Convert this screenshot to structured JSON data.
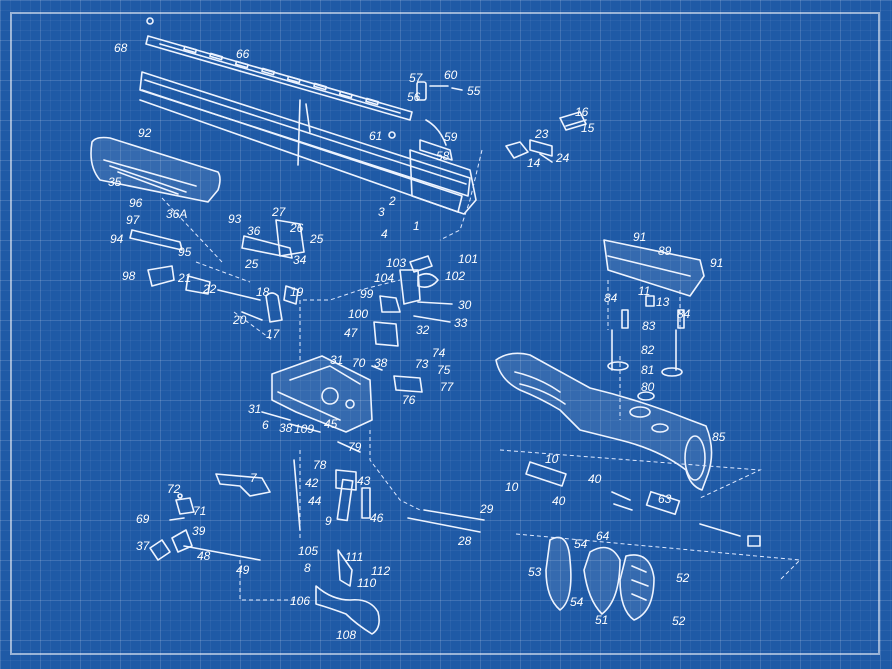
{
  "diagram": {
    "callouts": [
      {
        "id": "c68",
        "text": "68"
      },
      {
        "id": "c66",
        "text": "66"
      },
      {
        "id": "c92",
        "text": "92"
      },
      {
        "id": "c35",
        "text": "35"
      },
      {
        "id": "c57",
        "text": "57"
      },
      {
        "id": "c60",
        "text": "60"
      },
      {
        "id": "c55",
        "text": "55"
      },
      {
        "id": "c56",
        "text": "56"
      },
      {
        "id": "c61",
        "text": "61"
      },
      {
        "id": "c59",
        "text": "59"
      },
      {
        "id": "c58",
        "text": "58"
      },
      {
        "id": "c16",
        "text": "16"
      },
      {
        "id": "c15",
        "text": "15"
      },
      {
        "id": "c23",
        "text": "23"
      },
      {
        "id": "c24",
        "text": "24"
      },
      {
        "id": "c14",
        "text": "14"
      },
      {
        "id": "c2",
        "text": "2"
      },
      {
        "id": "c3",
        "text": "3"
      },
      {
        "id": "c1",
        "text": "1"
      },
      {
        "id": "c4",
        "text": "4"
      },
      {
        "id": "c96",
        "text": "96"
      },
      {
        "id": "c36a",
        "text": "36A"
      },
      {
        "id": "c97",
        "text": "97"
      },
      {
        "id": "c94",
        "text": "94"
      },
      {
        "id": "c95",
        "text": "95"
      },
      {
        "id": "c93",
        "text": "93"
      },
      {
        "id": "c36",
        "text": "36"
      },
      {
        "id": "c27",
        "text": "27"
      },
      {
        "id": "c26",
        "text": "26"
      },
      {
        "id": "c25a",
        "text": "25"
      },
      {
        "id": "c25b",
        "text": "25"
      },
      {
        "id": "c34",
        "text": "34"
      },
      {
        "id": "c98",
        "text": "98"
      },
      {
        "id": "c21",
        "text": "21"
      },
      {
        "id": "c22",
        "text": "22"
      },
      {
        "id": "c18",
        "text": "18"
      },
      {
        "id": "c19",
        "text": "19"
      },
      {
        "id": "c20",
        "text": "20"
      },
      {
        "id": "c17",
        "text": "17"
      },
      {
        "id": "c103",
        "text": "103"
      },
      {
        "id": "c101",
        "text": "101"
      },
      {
        "id": "c104",
        "text": "104"
      },
      {
        "id": "c102",
        "text": "102"
      },
      {
        "id": "c99",
        "text": "99"
      },
      {
        "id": "c30",
        "text": "30"
      },
      {
        "id": "c100",
        "text": "100"
      },
      {
        "id": "c33",
        "text": "33"
      },
      {
        "id": "c32",
        "text": "32"
      },
      {
        "id": "c47",
        "text": "47"
      },
      {
        "id": "c91a",
        "text": "91"
      },
      {
        "id": "c89",
        "text": "89"
      },
      {
        "id": "c91b",
        "text": "91"
      },
      {
        "id": "c11",
        "text": "11"
      },
      {
        "id": "c84a",
        "text": "84"
      },
      {
        "id": "c13",
        "text": "13"
      },
      {
        "id": "c84b",
        "text": "84"
      },
      {
        "id": "c83",
        "text": "83"
      },
      {
        "id": "c82",
        "text": "82"
      },
      {
        "id": "c81",
        "text": "81"
      },
      {
        "id": "c80",
        "text": "80"
      },
      {
        "id": "c31a",
        "text": "31"
      },
      {
        "id": "c70",
        "text": "70"
      },
      {
        "id": "c38a",
        "text": "38"
      },
      {
        "id": "c74",
        "text": "74"
      },
      {
        "id": "c73",
        "text": "73"
      },
      {
        "id": "c75",
        "text": "75"
      },
      {
        "id": "c77",
        "text": "77"
      },
      {
        "id": "c76",
        "text": "76"
      },
      {
        "id": "c31b",
        "text": "31"
      },
      {
        "id": "c6",
        "text": "6"
      },
      {
        "id": "c38b",
        "text": "38"
      },
      {
        "id": "c109",
        "text": "109"
      },
      {
        "id": "c45",
        "text": "45"
      },
      {
        "id": "c85",
        "text": "85"
      },
      {
        "id": "c79",
        "text": "79"
      },
      {
        "id": "c78",
        "text": "78"
      },
      {
        "id": "c7",
        "text": "7"
      },
      {
        "id": "c42",
        "text": "42"
      },
      {
        "id": "c43",
        "text": "43"
      },
      {
        "id": "c44",
        "text": "44"
      },
      {
        "id": "c9",
        "text": "9"
      },
      {
        "id": "c46",
        "text": "46"
      },
      {
        "id": "c10a",
        "text": "10"
      },
      {
        "id": "c10b",
        "text": "10"
      },
      {
        "id": "c40a",
        "text": "40"
      },
      {
        "id": "c40b",
        "text": "40"
      },
      {
        "id": "c63",
        "text": "63"
      },
      {
        "id": "c72",
        "text": "72"
      },
      {
        "id": "c71",
        "text": "71"
      },
      {
        "id": "c69",
        "text": "69"
      },
      {
        "id": "c39",
        "text": "39"
      },
      {
        "id": "c37",
        "text": "37"
      },
      {
        "id": "c48",
        "text": "48"
      },
      {
        "id": "c49",
        "text": "49"
      },
      {
        "id": "c29",
        "text": "29"
      },
      {
        "id": "c28",
        "text": "28"
      },
      {
        "id": "c105",
        "text": "105"
      },
      {
        "id": "c111",
        "text": "111"
      },
      {
        "id": "c8",
        "text": "8"
      },
      {
        "id": "c112",
        "text": "112"
      },
      {
        "id": "c110",
        "text": "110"
      },
      {
        "id": "c106",
        "text": "106"
      },
      {
        "id": "c108",
        "text": "108"
      },
      {
        "id": "c54a",
        "text": "54"
      },
      {
        "id": "c64",
        "text": "64"
      },
      {
        "id": "c53",
        "text": "53"
      },
      {
        "id": "c52a",
        "text": "52"
      },
      {
        "id": "c54b",
        "text": "54"
      },
      {
        "id": "c51",
        "text": "51"
      },
      {
        "id": "c52b",
        "text": "52"
      }
    ]
  }
}
